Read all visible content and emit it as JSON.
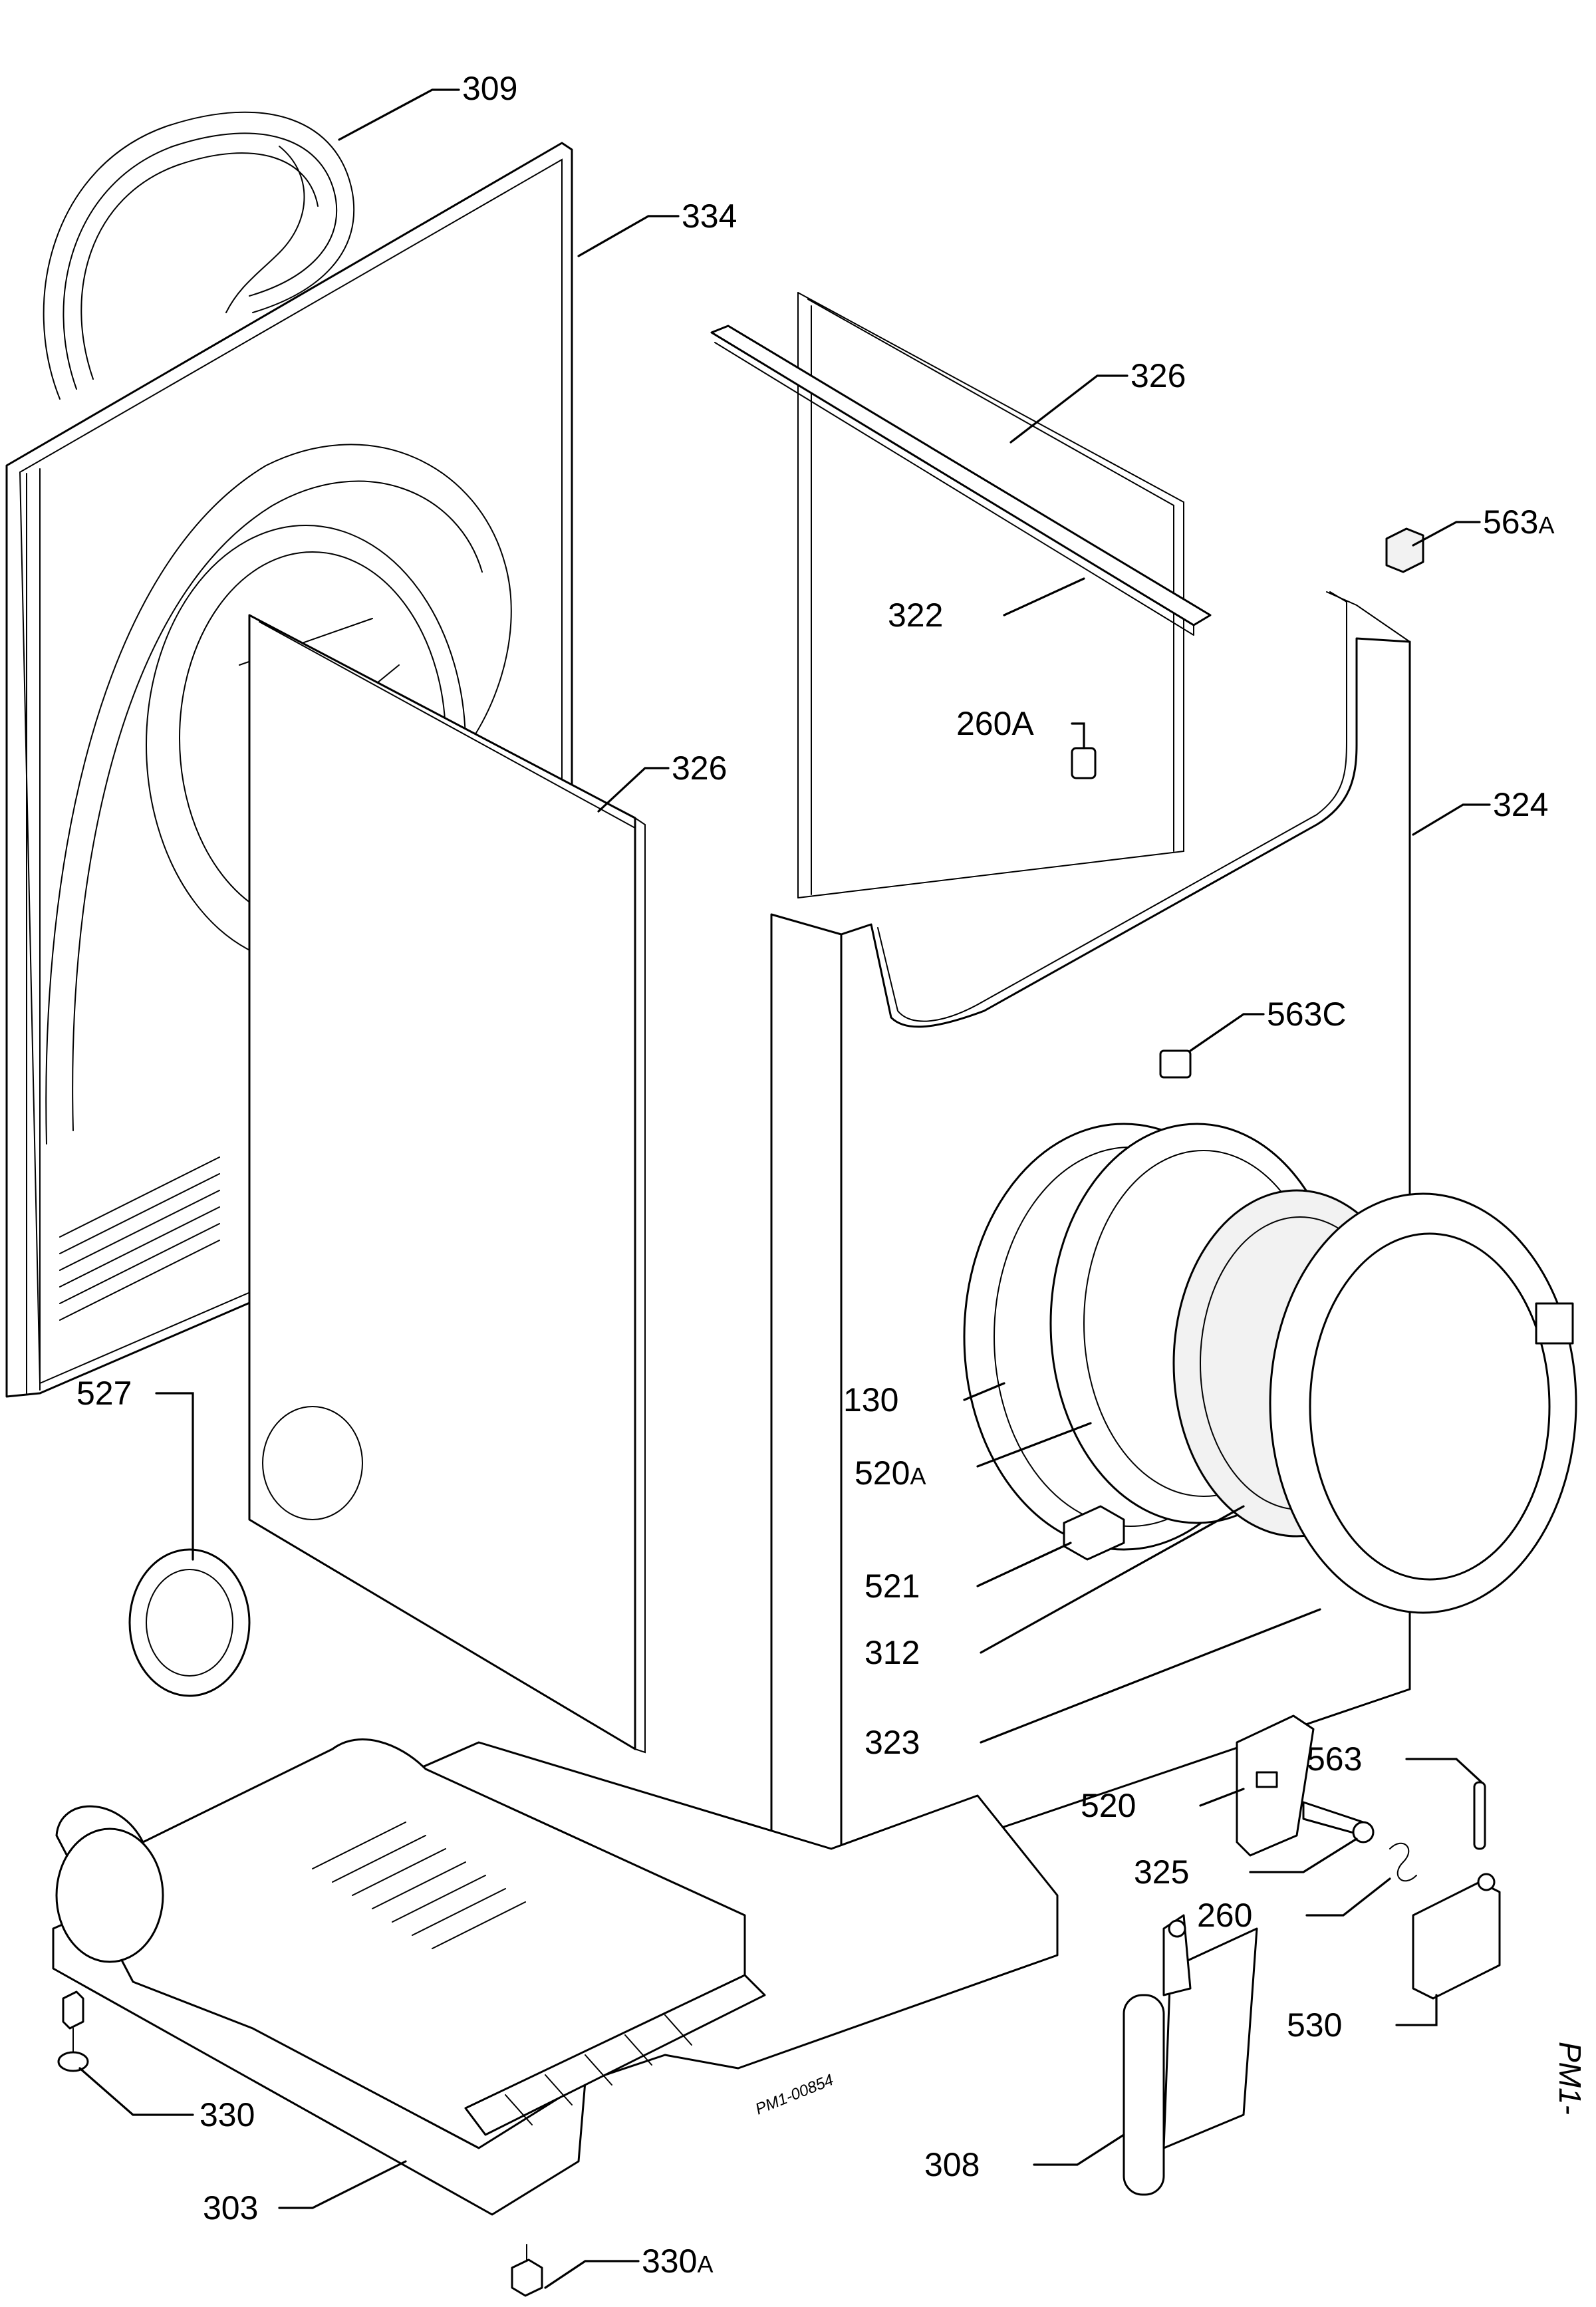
{
  "diagram": {
    "drawing_code": "PM1-00854",
    "corner_mark": "PM1-",
    "callouts": {
      "c309": "309",
      "c334": "334",
      "c326_top": "326",
      "c563a": "563",
      "c563a_suffix": "A",
      "c322": "322",
      "c260a": "260A",
      "c326_mid": "326",
      "c324": "324",
      "c563c": "563C",
      "c527": "527",
      "c130": "130",
      "c520a": "520",
      "c520a_suffix": "A",
      "c521": "521",
      "c312": "312",
      "c323": "323",
      "c520": "520",
      "c563": "563",
      "c325": "325",
      "c260": "260",
      "c530": "530",
      "c330": "330",
      "c303": "303",
      "c308": "308",
      "c330a": "330",
      "c330a_suffix": "A"
    }
  }
}
